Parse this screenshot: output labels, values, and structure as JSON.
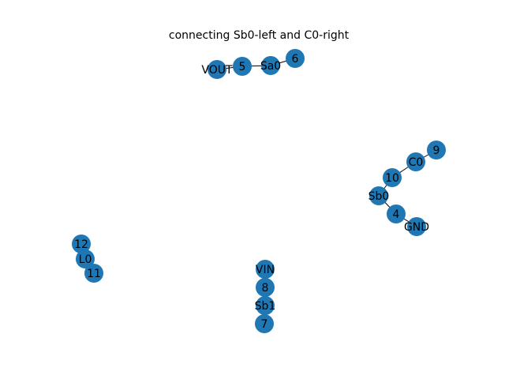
{
  "title": "connecting Sb0-left and C0-right",
  "node_color": "#1f77b4",
  "edge_color": "#000000",
  "nodes": [
    {
      "id": "VOUT",
      "label": "VOUT"
    },
    {
      "id": "5",
      "label": "5"
    },
    {
      "id": "Sa0",
      "label": "Sa0"
    },
    {
      "id": "6",
      "label": "6"
    },
    {
      "id": "9",
      "label": "9"
    },
    {
      "id": "C0",
      "label": "C0"
    },
    {
      "id": "10",
      "label": "10"
    },
    {
      "id": "Sb0",
      "label": "Sb0"
    },
    {
      "id": "4",
      "label": "4"
    },
    {
      "id": "GND",
      "label": "GND"
    },
    {
      "id": "12",
      "label": "12"
    },
    {
      "id": "L0",
      "label": "L0"
    },
    {
      "id": "11",
      "label": "11"
    },
    {
      "id": "VIN",
      "label": "VIN"
    },
    {
      "id": "8",
      "label": "8"
    },
    {
      "id": "Sb1",
      "label": "Sb1"
    },
    {
      "id": "7",
      "label": "7"
    }
  ],
  "edges": [
    [
      "VOUT",
      "5"
    ],
    [
      "5",
      "Sa0"
    ],
    [
      "Sa0",
      "6"
    ],
    [
      "9",
      "C0"
    ],
    [
      "C0",
      "10"
    ],
    [
      "10",
      "Sb0"
    ],
    [
      "Sb0",
      "4"
    ],
    [
      "4",
      "GND"
    ],
    [
      "12",
      "L0"
    ],
    [
      "L0",
      "11"
    ],
    [
      "VIN",
      "8"
    ],
    [
      "8",
      "Sb1"
    ],
    [
      "Sb1",
      "7"
    ]
  ]
}
